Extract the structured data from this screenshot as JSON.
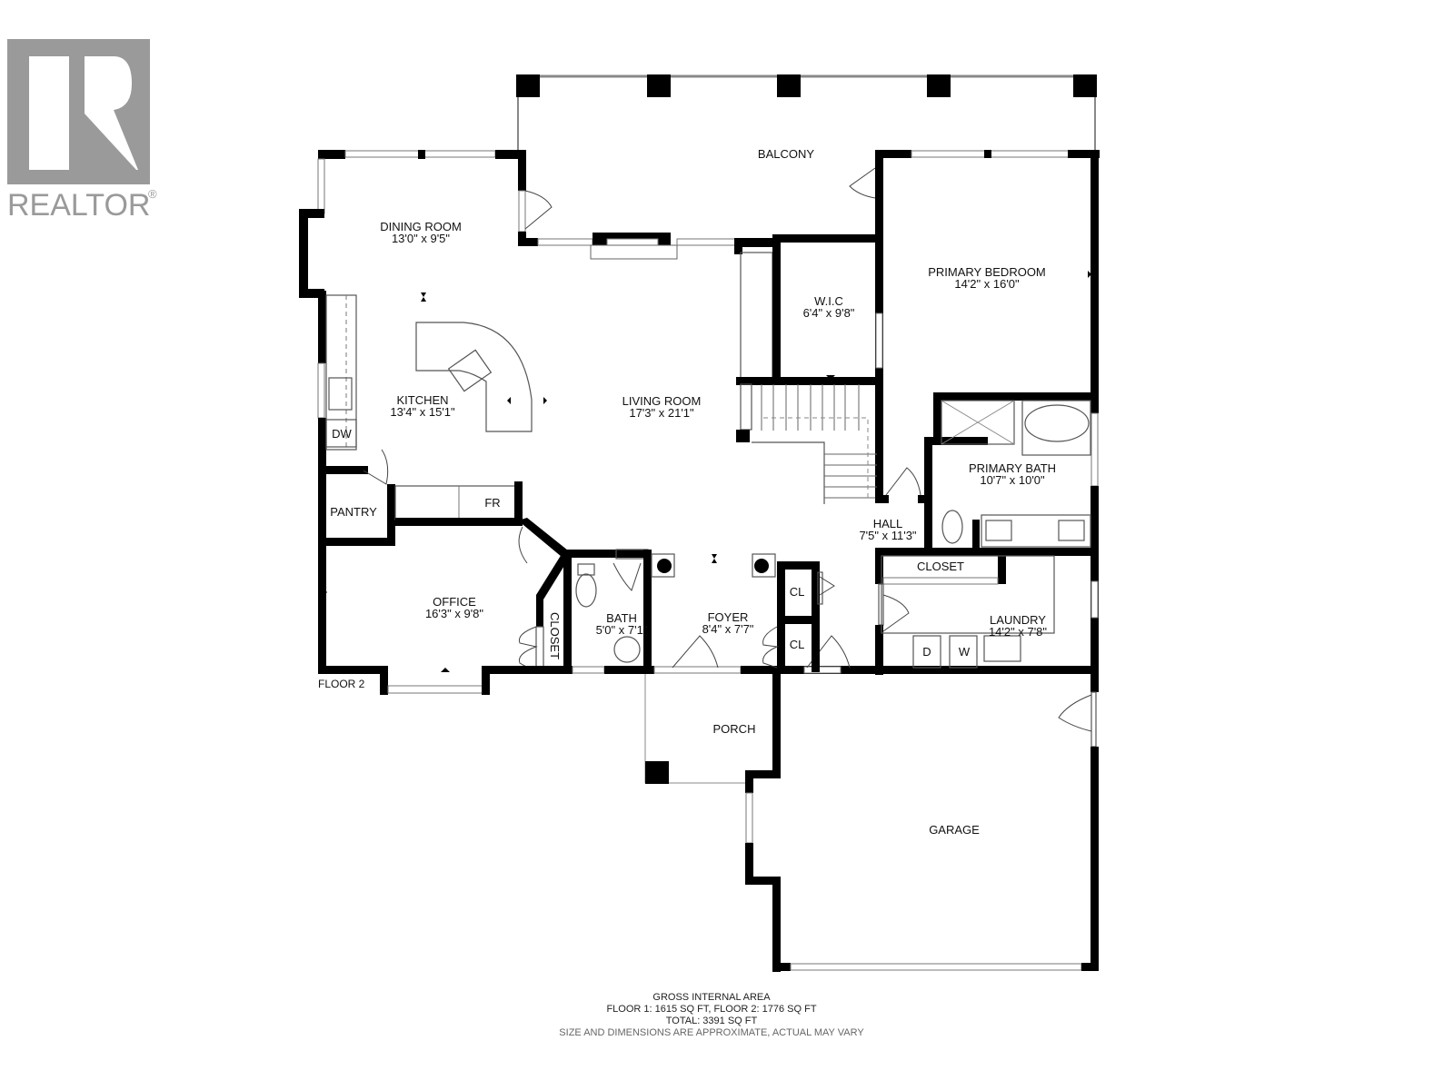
{
  "logo": {
    "mark": "R",
    "text": "REALTOR",
    "reg": "®",
    "color": "#9a9a9a"
  },
  "floor_label": "FLOOR 2",
  "rooms": {
    "balcony": {
      "name": "BALCONY",
      "dims": ""
    },
    "dining": {
      "name": "DINING ROOM",
      "dims": "13'0\" x 9'5\""
    },
    "kitchen": {
      "name": "KITCHEN",
      "dims": "13'4\" x 15'1\""
    },
    "living": {
      "name": "LIVING ROOM",
      "dims": "17'3\" x 21'1\""
    },
    "wic": {
      "name": "W.I.C",
      "dims": "6'4\" x 9'8\""
    },
    "primary_bedroom": {
      "name": "PRIMARY BEDROOM",
      "dims": "14'2\" x 16'0\""
    },
    "primary_bath": {
      "name": "PRIMARY BATH",
      "dims": "10'7\" x 10'0\""
    },
    "hall": {
      "name": "HALL",
      "dims": "7'5\" x 11'3\""
    },
    "pantry": {
      "name": "PANTRY",
      "dims": ""
    },
    "fridge": {
      "name": "FR",
      "dims": ""
    },
    "dishwasher": {
      "name": "DW",
      "dims": ""
    },
    "office": {
      "name": "OFFICE",
      "dims": "16'3\" x 9'8\""
    },
    "office_closet": {
      "name": "CLOSET",
      "dims": ""
    },
    "bath": {
      "name": "BATH",
      "dims": "5'0\" x 7'1\""
    },
    "foyer": {
      "name": "FOYER",
      "dims": "8'4\" x 7'7\""
    },
    "cl_upper": {
      "name": "CL",
      "dims": ""
    },
    "cl_lower": {
      "name": "CL",
      "dims": ""
    },
    "closet": {
      "name": "CLOSET",
      "dims": ""
    },
    "laundry": {
      "name": "LAUNDRY",
      "dims": "14'2\" x 7'8\""
    },
    "dryer": {
      "name": "D",
      "dims": ""
    },
    "washer": {
      "name": "W",
      "dims": ""
    },
    "porch": {
      "name": "PORCH",
      "dims": ""
    },
    "garage": {
      "name": "GARAGE",
      "dims": ""
    }
  },
  "footer": {
    "line1": "GROSS INTERNAL AREA",
    "line2": "FLOOR 1: 1615 SQ FT, FLOOR 2: 1776 SQ FT",
    "line3": "TOTAL: 3391 SQ FT",
    "line4": "SIZE AND DIMENSIONS ARE APPROXIMATE, ACTUAL MAY VARY"
  }
}
